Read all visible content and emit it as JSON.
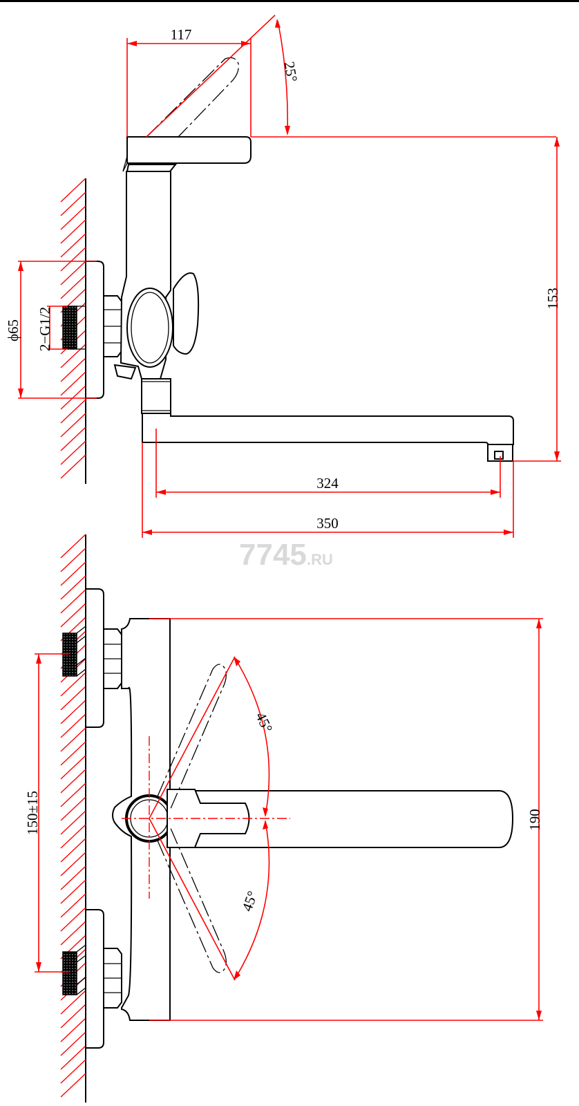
{
  "watermark": {
    "main": "7745",
    "suffix": ".RU"
  },
  "side_view": {
    "handle_length": "117",
    "handle_tilt": "25°",
    "height": "153",
    "flange_diameter": "ϕ65",
    "connection": "2−G1/2",
    "spout_reach_outlet": "324",
    "spout_length": "350"
  },
  "top_view": {
    "rotation_upper": "45°",
    "rotation_lower": "45°",
    "inlet_spacing": "150±15",
    "body_width": "190"
  },
  "colors": {
    "dimension": "#ff0000",
    "outline": "#000000",
    "watermark": "#d9d9d9"
  }
}
